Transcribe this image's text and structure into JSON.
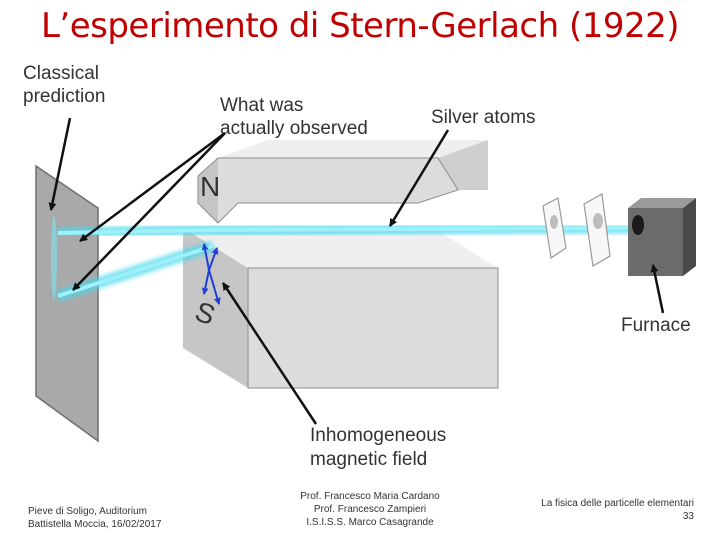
{
  "slide": {
    "title": "L’esperimento di Stern-Gerlach (1922)"
  },
  "figure": {
    "labels": {
      "classical_prediction": [
        "Classical",
        "prediction"
      ],
      "what_was_observed": [
        "What was",
        "actually observed"
      ],
      "silver_atoms": "Silver atoms",
      "furnace": "Furnace",
      "inhomogeneous_field": [
        "Inhomogeneous",
        "magnetic field"
      ],
      "pole_north": "N",
      "pole_south": "S"
    },
    "colors": {
      "beam": "#48d8ec",
      "magnet": "#dcdcdc",
      "screen": "#a9a9a9",
      "field_arrows": "#1f3fd6"
    }
  },
  "footer": {
    "location": [
      "Pieve di Soligo, Auditorium",
      "Battistella Moccia, 16/02/2017"
    ],
    "authors": [
      "Prof. Francesco Maria Cardano",
      "Prof. Francesco Zampieri",
      "I.S.I.S.S. Marco Casagrande"
    ],
    "course": "La fisica delle particelle elementari",
    "page_number": "33"
  }
}
